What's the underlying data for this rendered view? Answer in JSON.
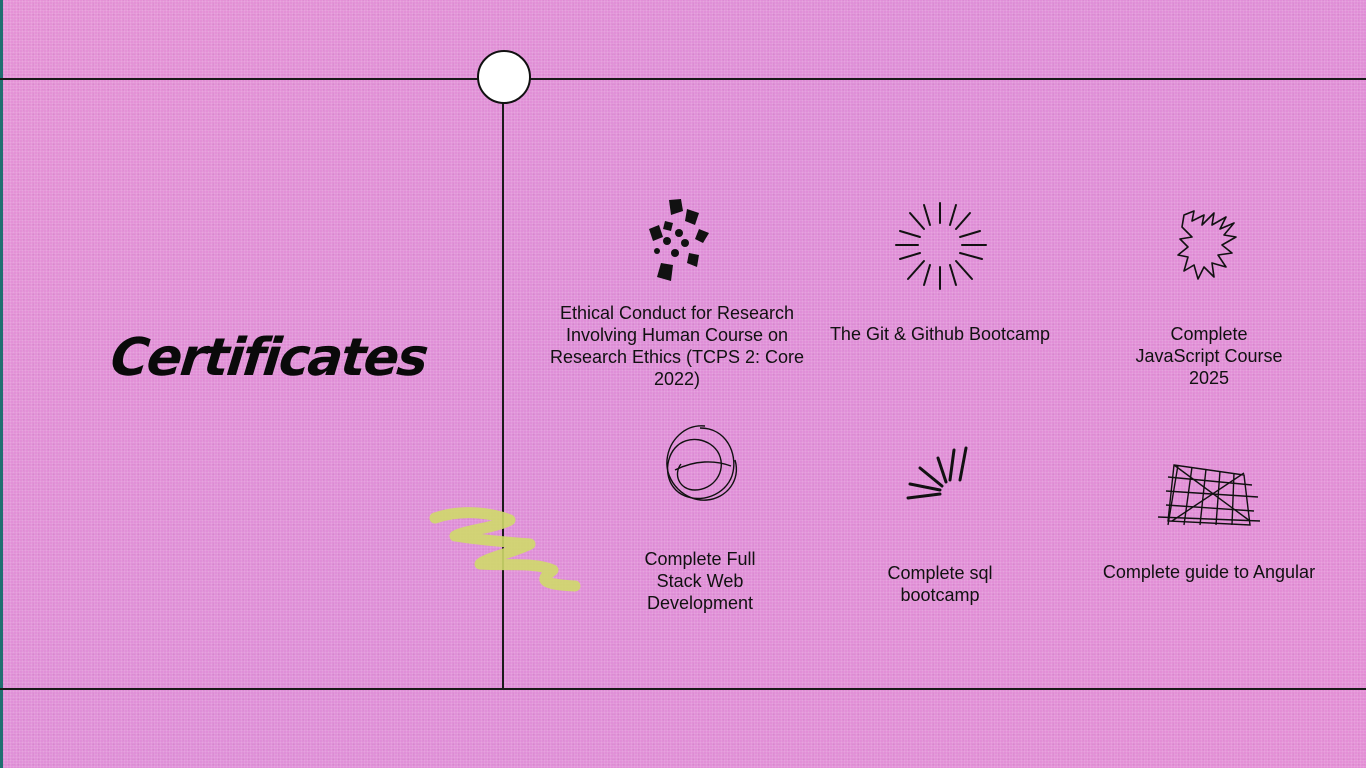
{
  "section": {
    "title": "Certificates"
  },
  "certificates": [
    {
      "label": "Ethical Conduct for Research Involving Human Course on Research Ethics (TCPS 2: Core 2022)",
      "icon": "blob-cluster-icon"
    },
    {
      "label": "The Git & Github Bootcamp",
      "icon": "starburst-icon"
    },
    {
      "label": "Complete JavaScript Course 2025",
      "icon": "zigzag-scribble-icon"
    },
    {
      "label": "Complete Full Stack Web Development",
      "icon": "swirl-circle-icon"
    },
    {
      "label": "Complete sql bootcamp",
      "icon": "sparkle-lines-icon"
    },
    {
      "label": "Complete guide to Angular",
      "icon": "crosshatch-icon"
    }
  ],
  "colors": {
    "background": "#e592d6",
    "lines": "#1a1a1a",
    "accent_scribble": "#cfd96a"
  }
}
